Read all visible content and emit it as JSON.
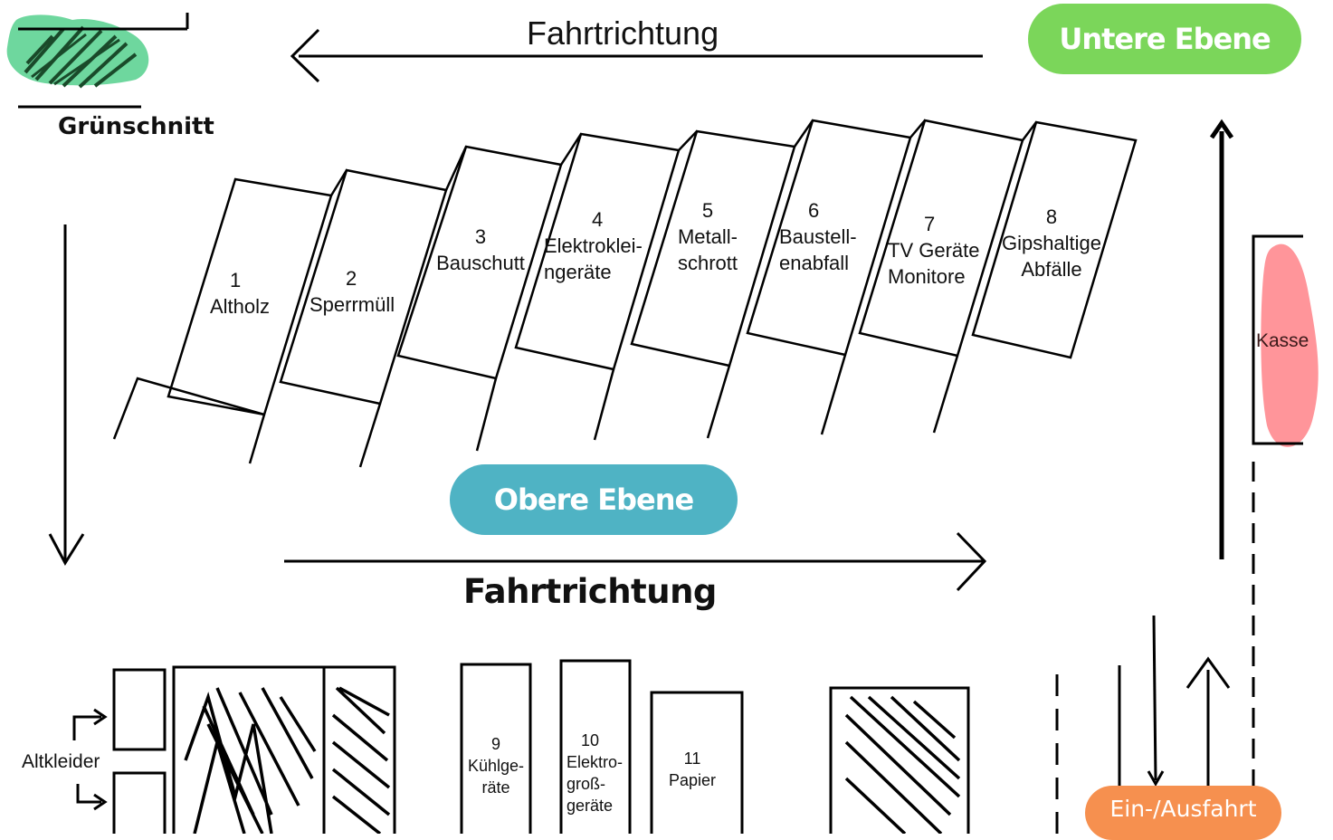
{
  "header": {
    "title_top": "Fahrtrichtung",
    "title_bottom": "Fahrtrichtung"
  },
  "levels": {
    "upper_level": "Obere Ebene",
    "lower_level": "Untere Ebene"
  },
  "entrance": "Ein-/Ausfahrt",
  "cashier": "Kasse",
  "green_waste": "Grünschnitt",
  "old_clothes": "Altkleider",
  "bays": [
    {
      "number": "1",
      "label": "Altholz"
    },
    {
      "number": "2",
      "label": "Sperrmüll"
    },
    {
      "number": "3",
      "label": "Bauschutt"
    },
    {
      "number": "4",
      "label": "Elektroklei-",
      "label2": "ngeräte"
    },
    {
      "number": "5",
      "label": "Metall-",
      "label2": "schrott"
    },
    {
      "number": "6",
      "label": "Baustell-",
      "label2": "enabfall"
    },
    {
      "number": "7",
      "label": "TV Geräte",
      "label2": "Monitore"
    },
    {
      "number": "8",
      "label": "Gipshaltige",
      "label2": "Abfälle"
    }
  ],
  "containers": [
    {
      "number": "9",
      "label": "Kühlge-",
      "label2": "räte"
    },
    {
      "number": "10",
      "label": "Elektro-",
      "label2": "groß-",
      "label3": "geräte"
    },
    {
      "number": "11",
      "label": "Papier"
    }
  ],
  "colors": {
    "lower_level_pill": "#7bd65a",
    "upper_level_pill": "#4fb3c4",
    "entrance_pill": "#f6904f",
    "cashier_highlight": "#ff8a8f",
    "green_waste_highlight": "#5ed394"
  }
}
